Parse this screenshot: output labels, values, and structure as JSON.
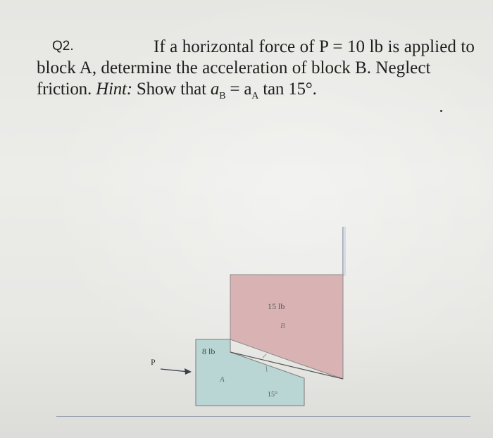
{
  "question": {
    "number": "Q2.",
    "line1": "If a horizontal force of P = 10 lb is applied to",
    "line2": "block A, determine the acceleration of block B. Neglect",
    "line3": "friction. Hint: Show that a",
    "hint_sub_b": "B",
    "hint_eq": " = a",
    "hint_sub_a": "A",
    "hint_tail": " tan 15°."
  },
  "figure": {
    "force_label": "P",
    "block_a_weight": "8 lb",
    "block_a_name": "A",
    "block_b_weight": "15 lb",
    "block_b_name": "B",
    "angle_label": "15°",
    "block_b_color": "#d9b3b4",
    "block_a_color": "#b9d6d4",
    "wall_color": "#6d7fa8"
  }
}
